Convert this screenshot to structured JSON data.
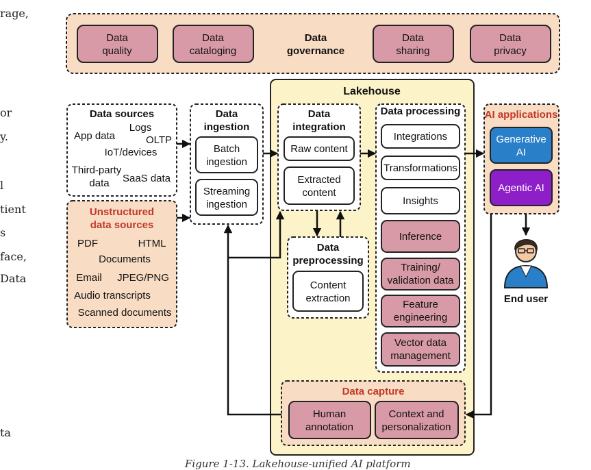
{
  "margin_text": [
    "rage,",
    "or",
    "y.",
    "l",
    "tient",
    "s",
    "face,",
    "Data",
    "ta"
  ],
  "caption": "Figure 1-13. Lakehouse-unified AI platform",
  "governance": {
    "title": [
      "Data",
      "governance"
    ],
    "items": [
      [
        "Data",
        "quality"
      ],
      [
        "Data",
        "cataloging"
      ],
      [
        "Data",
        "sharing"
      ],
      [
        "Data",
        "privacy"
      ]
    ]
  },
  "lakehouse": {
    "title": "Lakehouse"
  },
  "data_sources": {
    "title": "Data sources",
    "items": [
      "App data",
      "Logs",
      "OLTP",
      "IoT/devices",
      "Third-party",
      "data",
      "SaaS data"
    ]
  },
  "unstructured": {
    "title": [
      "Unstructured",
      "data sources"
    ],
    "items": [
      "PDF",
      "HTML",
      "Documents",
      "Email",
      "JPEG/PNG",
      "Audio transcripts",
      "Scanned documents"
    ]
  },
  "ingestion": {
    "title": [
      "Data",
      "ingestion"
    ],
    "batch": [
      "Batch",
      "ingestion"
    ],
    "streaming": [
      "Streaming",
      "ingestion"
    ]
  },
  "integration": {
    "title": [
      "Data",
      "integration"
    ],
    "raw": "Raw content",
    "extracted": [
      "Extracted",
      "content"
    ]
  },
  "preprocessing": {
    "title": [
      "Data",
      "preprocessing"
    ],
    "content": [
      "Content",
      "extraction"
    ]
  },
  "processing": {
    "title": "Data processing",
    "items": [
      "Integrations",
      "Transformations",
      "Insights"
    ],
    "ai_items": [
      [
        "Inference"
      ],
      [
        "Training/",
        "validation data"
      ],
      [
        "Feature",
        "engineering"
      ],
      [
        "Vector data",
        "management"
      ]
    ]
  },
  "ai_apps": {
    "title": "AI applications",
    "generative": [
      "Generative",
      "AI"
    ],
    "agentic": "Agentic AI"
  },
  "end_user": {
    "label": "End user"
  },
  "capture": {
    "title": "Data capture",
    "items": [
      [
        "Human",
        "annotation"
      ],
      [
        "Context and",
        "personalization"
      ]
    ]
  },
  "colors": {
    "peach": "#f8dcc3",
    "pink": "#d89aa6",
    "lakehouse": "#fdf3c8",
    "blue": "#2a7fc9",
    "purple": "#8e1fc8",
    "red_text": "#c0392b"
  }
}
